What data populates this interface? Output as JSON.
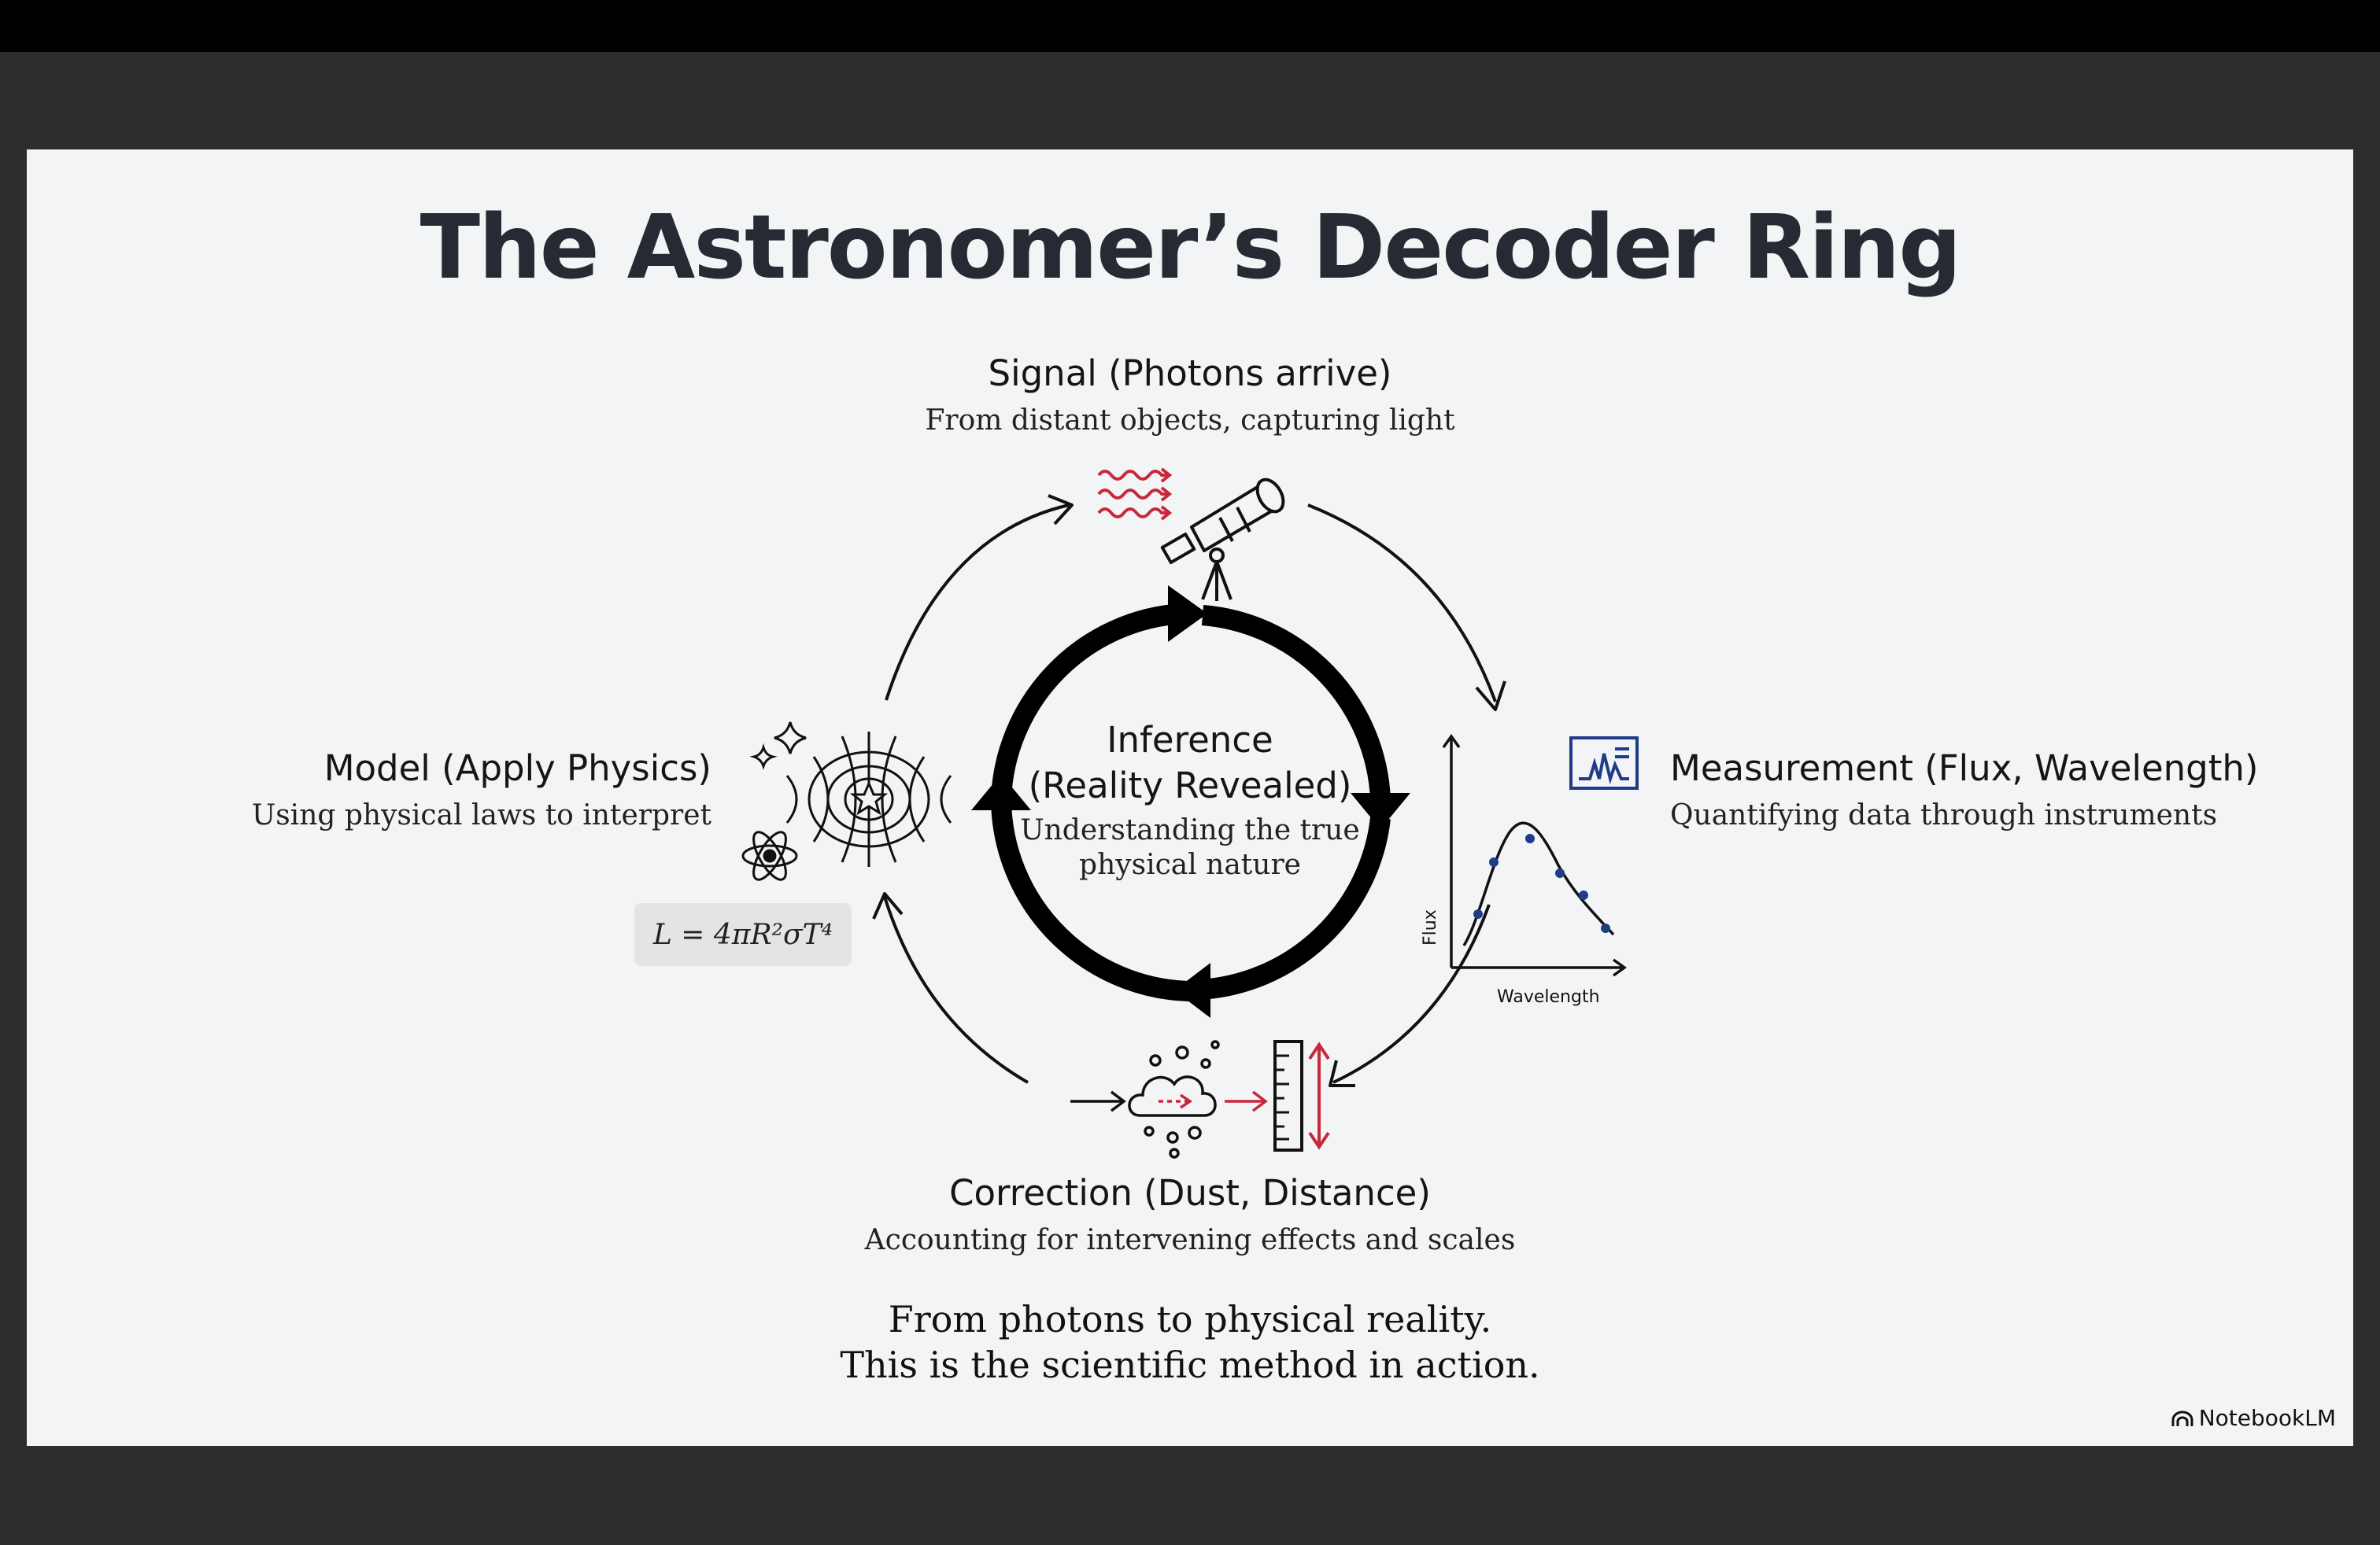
{
  "title": "The Astronomer’s Decoder Ring",
  "nodes": {
    "signal": {
      "heading": "Signal (Photons arrive)",
      "sub": "From distant objects, capturing light"
    },
    "measurement": {
      "heading": "Measurement (Flux, Wavelength)",
      "sub": "Quantifying data through instruments"
    },
    "correction": {
      "heading": "Correction (Dust, Distance)",
      "sub": "Accounting for intervening effects and scales"
    },
    "model": {
      "heading": "Model (Apply Physics)",
      "sub": "Using physical laws to interpret"
    }
  },
  "center": {
    "title_line1": "Inference",
    "title_line2": "(Reality Revealed)",
    "sub_line1": "Understanding the true",
    "sub_line2": "physical nature"
  },
  "plot_labels": {
    "y": "Flux",
    "x": "Wavelength"
  },
  "formula": "L = 4πR²σT⁴",
  "footer": {
    "line1": "From photons to physical reality.",
    "line2": "This is the scientific method in action."
  },
  "brand": "NotebookLM",
  "colors": {
    "accent_red": "#c8293a",
    "ink": "#111111",
    "background": "#f3f4f6",
    "title": "#262b33"
  },
  "icons": [
    "telescope-icon",
    "light-waves-icon",
    "spectrum-plot-icon",
    "spectrum-monitor-icon",
    "dust-cloud-icon",
    "ruler-icon",
    "star-field-icon",
    "atom-icon",
    "sparkle-icon"
  ]
}
